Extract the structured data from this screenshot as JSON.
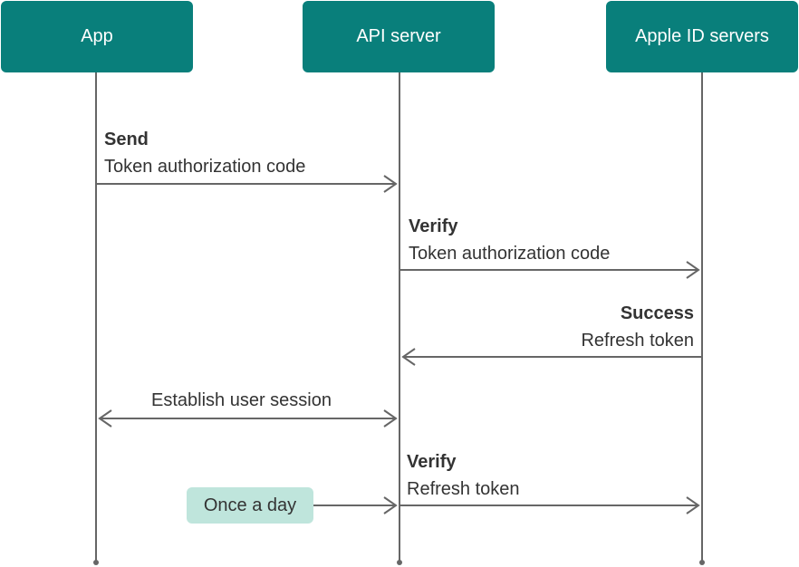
{
  "colors": {
    "actor_fill": "#097f7b",
    "line": "#666666",
    "pill_fill": "#bfe5dc",
    "text": "#333333"
  },
  "actors": [
    {
      "label": "App"
    },
    {
      "label": "API server"
    },
    {
      "label": "Apple ID servers"
    }
  ],
  "messages": [
    {
      "title": "Send",
      "text": "Token authorization code",
      "from": "App",
      "to": "API server"
    },
    {
      "title": "Verify",
      "text": "Token authorization code",
      "from": "API server",
      "to": "Apple ID servers"
    },
    {
      "title": "Success",
      "text": "Refresh token",
      "from": "Apple ID servers",
      "to": "API server"
    },
    {
      "title": "",
      "text": "Establish user session",
      "from": "App",
      "to": "API server",
      "bidirectional": true
    },
    {
      "title": "Verify",
      "text": "Refresh token",
      "from": "API server",
      "to": "Apple ID servers"
    }
  ],
  "note": {
    "label": "Once a day"
  }
}
